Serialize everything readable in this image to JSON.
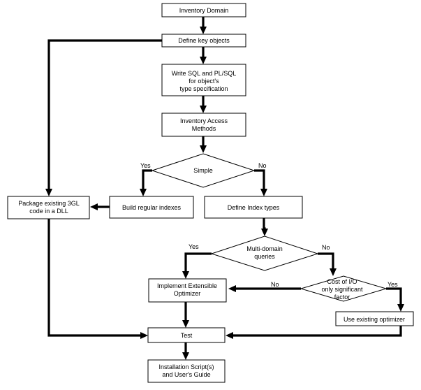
{
  "nodes": {
    "inventory_domain": [
      "Inventory Domain"
    ],
    "define_key_objects": [
      "Define key objects"
    ],
    "write_sql": [
      "Write SQL and PL/SQL",
      "for object's",
      "type specification"
    ],
    "inventory_access": [
      "Inventory Access",
      "Methods"
    ],
    "simple": [
      "Simple"
    ],
    "package_3gl": [
      "Package existing 3GL",
      "code in a DLL"
    ],
    "build_indexes": [
      "Build regular indexes"
    ],
    "define_index_types": [
      "Define Index types"
    ],
    "multi_domain": [
      "Multi-domain",
      "queries"
    ],
    "implement_optimizer": [
      "Implement Extensible",
      "Optimizer"
    ],
    "cost_io": [
      "Cost of I/O",
      "only significant",
      "factor"
    ],
    "use_optimizer": [
      "Use existing optimizer"
    ],
    "test": [
      "Test"
    ],
    "install_script": [
      "Installation Script(s)",
      "and User's Guide"
    ]
  },
  "branches": {
    "simple_yes": "Yes",
    "simple_no": "No",
    "multi_yes": "Yes",
    "multi_no": "No",
    "cost_no": "No",
    "cost_yes": "Yes"
  }
}
